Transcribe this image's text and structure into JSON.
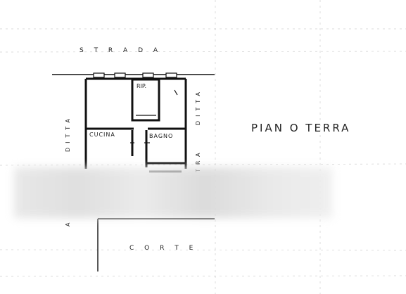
{
  "plan": {
    "street": "S T R A D A",
    "floor_title": "PIAN O TERRA",
    "left_neighbor": "DITTA",
    "right_neighbor_top": "DITTA",
    "right_neighbor_bottom": "TRA",
    "left_bottom_fragment": "A",
    "courtyard": "C O R T E",
    "rooms": {
      "storage": "RIP.",
      "kitchen": "CUCINA",
      "bathroom": "BAGNO"
    }
  }
}
